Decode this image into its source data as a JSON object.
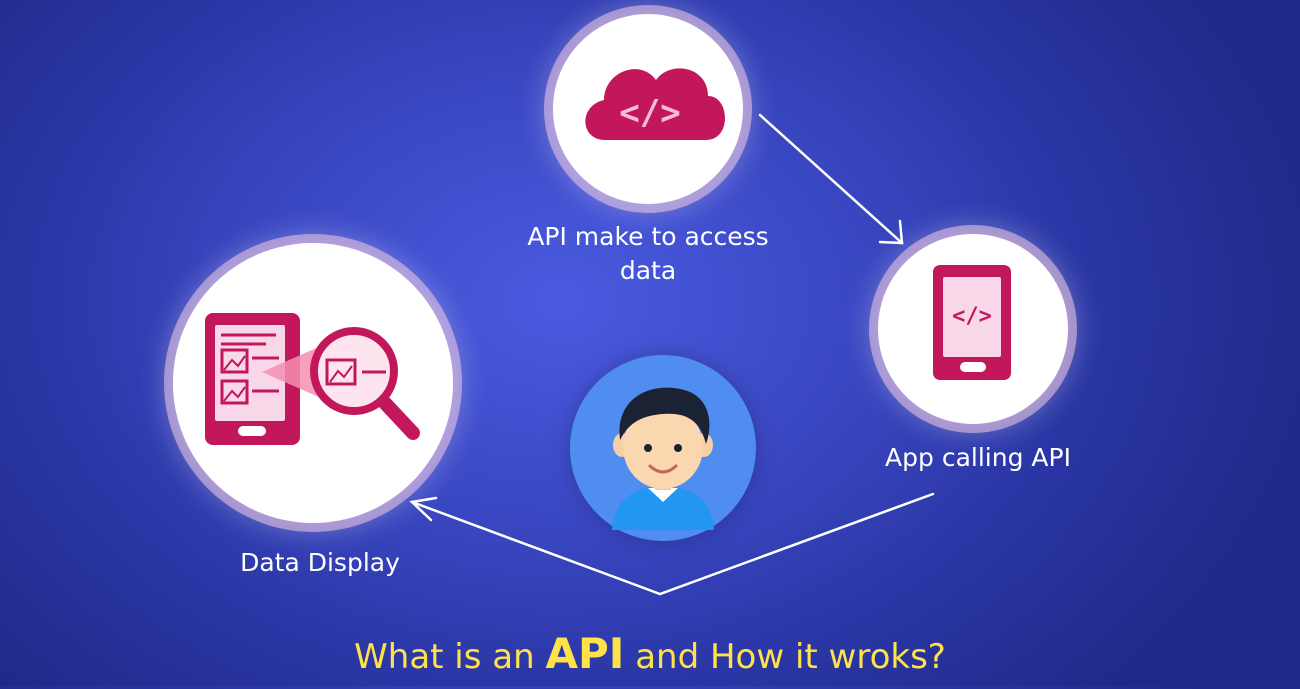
{
  "nodes": {
    "api": {
      "label_line1": "API make to access",
      "label_line2": "data",
      "icon": "cloud-code-icon"
    },
    "app": {
      "label": "App calling API",
      "icon": "phone-code-icon"
    },
    "display": {
      "label": "Data Display",
      "icon": "phone-magnifier-icon"
    },
    "user": {
      "icon": "user-avatar-icon"
    }
  },
  "title": {
    "part1": "What is an ",
    "emphasis": "API",
    "part2": " and How it wroks?"
  },
  "code_glyph": "</>",
  "colors": {
    "accent": "#c2185b",
    "title": "#ffe14a",
    "avatar_bg": "#4f8ef0",
    "background": "#3b48c4"
  }
}
